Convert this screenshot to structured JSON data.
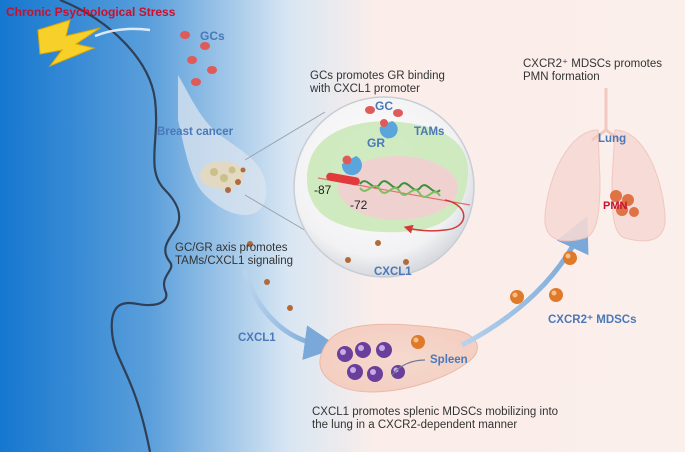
{
  "title": "Chronic Psychological Stress",
  "labels": {
    "gcs": "GCs",
    "breast_cancer": "Breast cancer",
    "gc": "GC",
    "gr": "GR",
    "tams": "TAMs",
    "pos_87": "-87",
    "pos_72": "-72",
    "cxcl1_cell": "CXCL1",
    "cxcl1_flow": "CXCL1",
    "spleen": "Spleen",
    "lung": "Lung",
    "pmn": "PMN",
    "cxcr2_mdscs": "CXCR2⁺ MDSCs"
  },
  "captions": {
    "gr_binding_1": "GCs promotes GR binding",
    "gr_binding_2": "with CXCL1 promoter",
    "axis_1": "GC/GR axis promotes",
    "axis_2": "TAMs/CXCL1 signaling",
    "pmn_1": "CXCR2⁺ MDSCs promotes",
    "pmn_2": "PMN formation",
    "spleen_1": "CXCL1 promotes splenic MDSCs mobilizing into",
    "spleen_2": "the lung in a CXCR2-dependent manner"
  },
  "colors": {
    "title_red": "#c8102e",
    "label_blue": "#4a78b8",
    "bg_blue": "#1f7fd0",
    "bg_pink": "#fbeeea"
  }
}
